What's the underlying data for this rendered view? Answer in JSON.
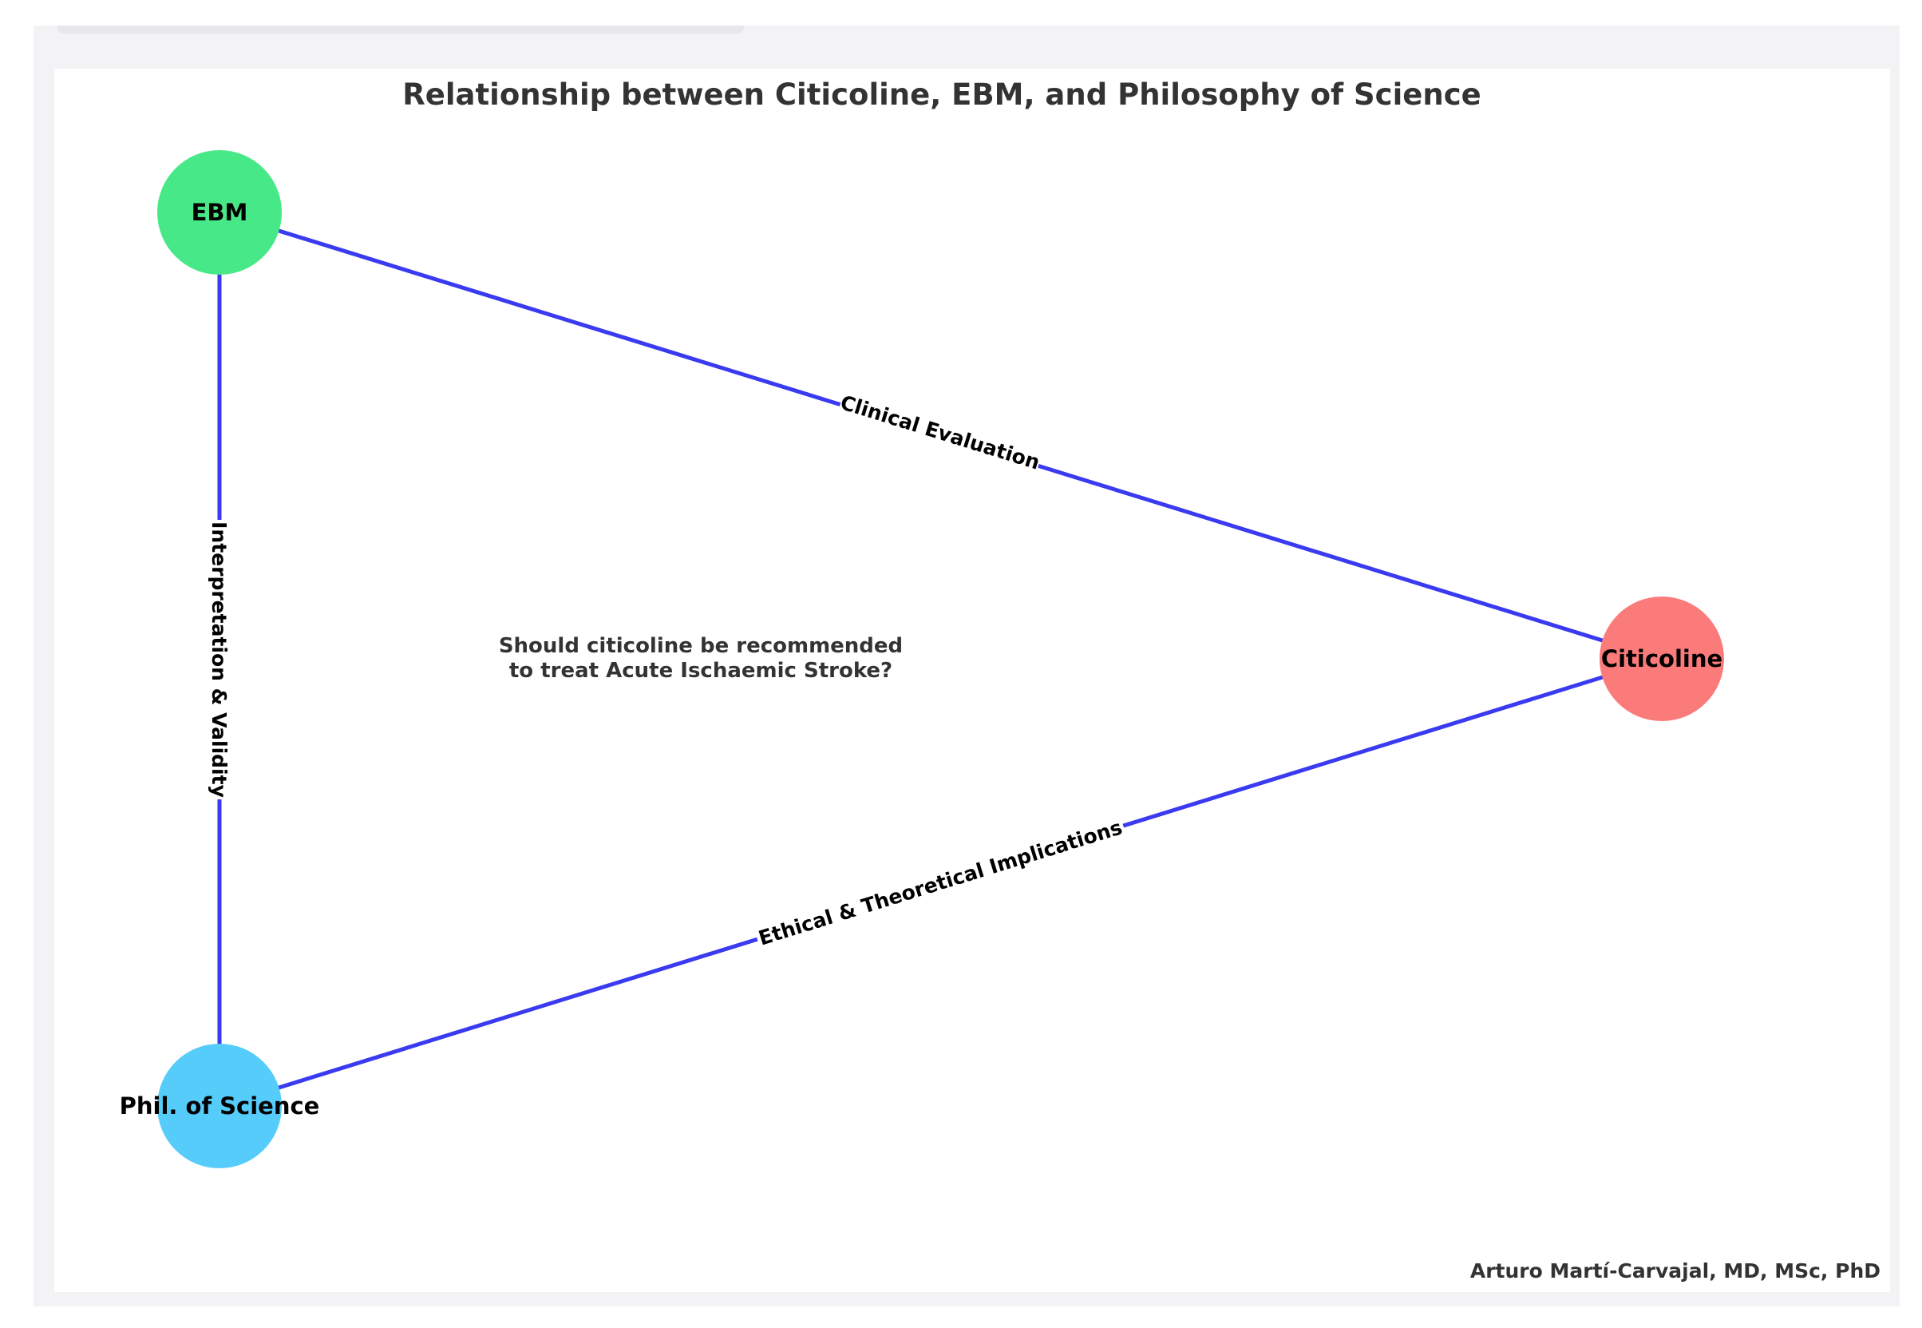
{
  "title": "Relationship between Citicoline, EBM, and Philosophy of Science",
  "nodes": [
    {
      "id": "ebm",
      "label": "EBM",
      "color": "#47e887"
    },
    {
      "id": "citicoline",
      "label": "Citicoline",
      "color": "#fb7a7a"
    },
    {
      "id": "phil",
      "label": "Phil. of Science",
      "color": "#56ccfa"
    }
  ],
  "edges": [
    {
      "id": "ebm-citicoline",
      "label": "Clinical Evaluation",
      "color": "#3a3af0"
    },
    {
      "id": "ebm-phil",
      "label": "Interpretation & Validity",
      "color": "#3a3af0"
    },
    {
      "id": "phil-citicoline",
      "label": "Ethical & Theoretical Implications",
      "color": "#3a3af0"
    }
  ],
  "question": {
    "line1": "Should citicoline be recommended",
    "line2": "to treat Acute Ischaemic Stroke?"
  },
  "author": "Arturo Martí-Carvajal, MD, MSc, PhD"
}
